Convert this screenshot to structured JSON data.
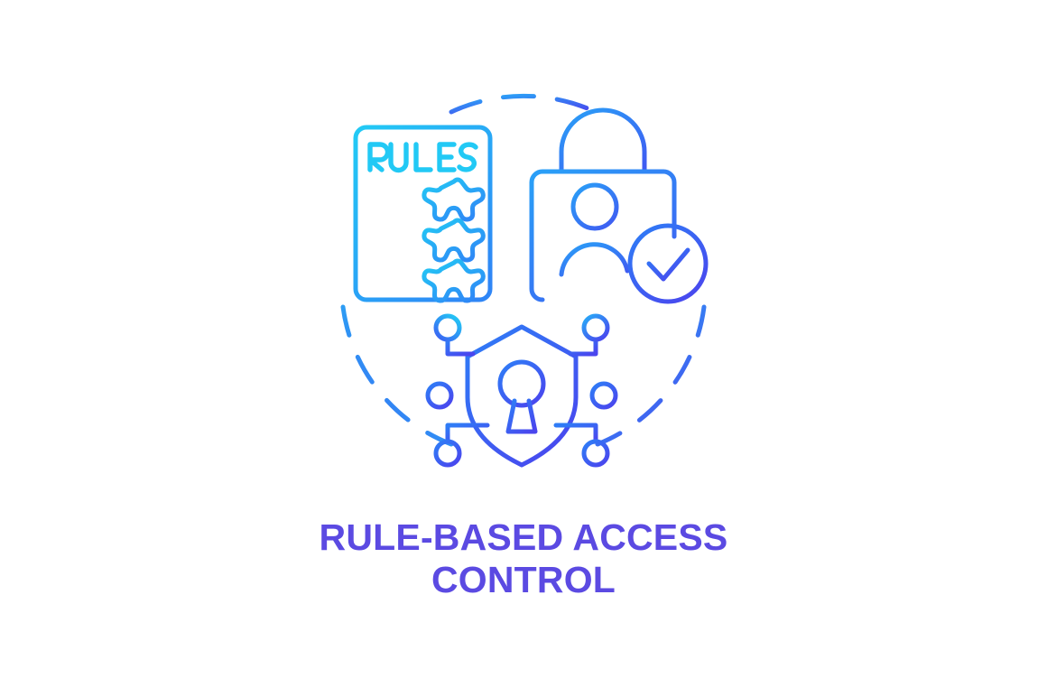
{
  "card": {
    "title": "RULE-BASED ACCESS\nCONTROL",
    "title_line_1": "RULE-BASED ACCESS",
    "title_line_2": "CONTROL",
    "background_color": "#ffffff",
    "title_color": "#5b4ae2"
  },
  "palette": {
    "gradient_start": "#22c9f5",
    "gradient_mid": "#2f86f6",
    "gradient_end": "#4a45ee",
    "stroke_width": 5
  },
  "illustration": {
    "name": "rule-based-access-control-concept-icon",
    "elements": [
      {
        "name": "dashed-circle",
        "label": "Dashed outline circle"
      },
      {
        "name": "rules-document",
        "label": "RULES document panel"
      },
      {
        "name": "padlock-user",
        "label": "Padlock with user and check mark"
      },
      {
        "name": "network-shield",
        "label": "Shield with keyhole and network nodes"
      }
    ]
  },
  "document": {
    "heading": "RULES",
    "heading_color": "#22c9f5",
    "list_rows": 3,
    "stars": 3
  },
  "padlock": {
    "has_shackle": true,
    "has_user_glyph": true,
    "check_badge": "check-mark"
  },
  "shield": {
    "keyhole": true,
    "node_count": 6
  }
}
